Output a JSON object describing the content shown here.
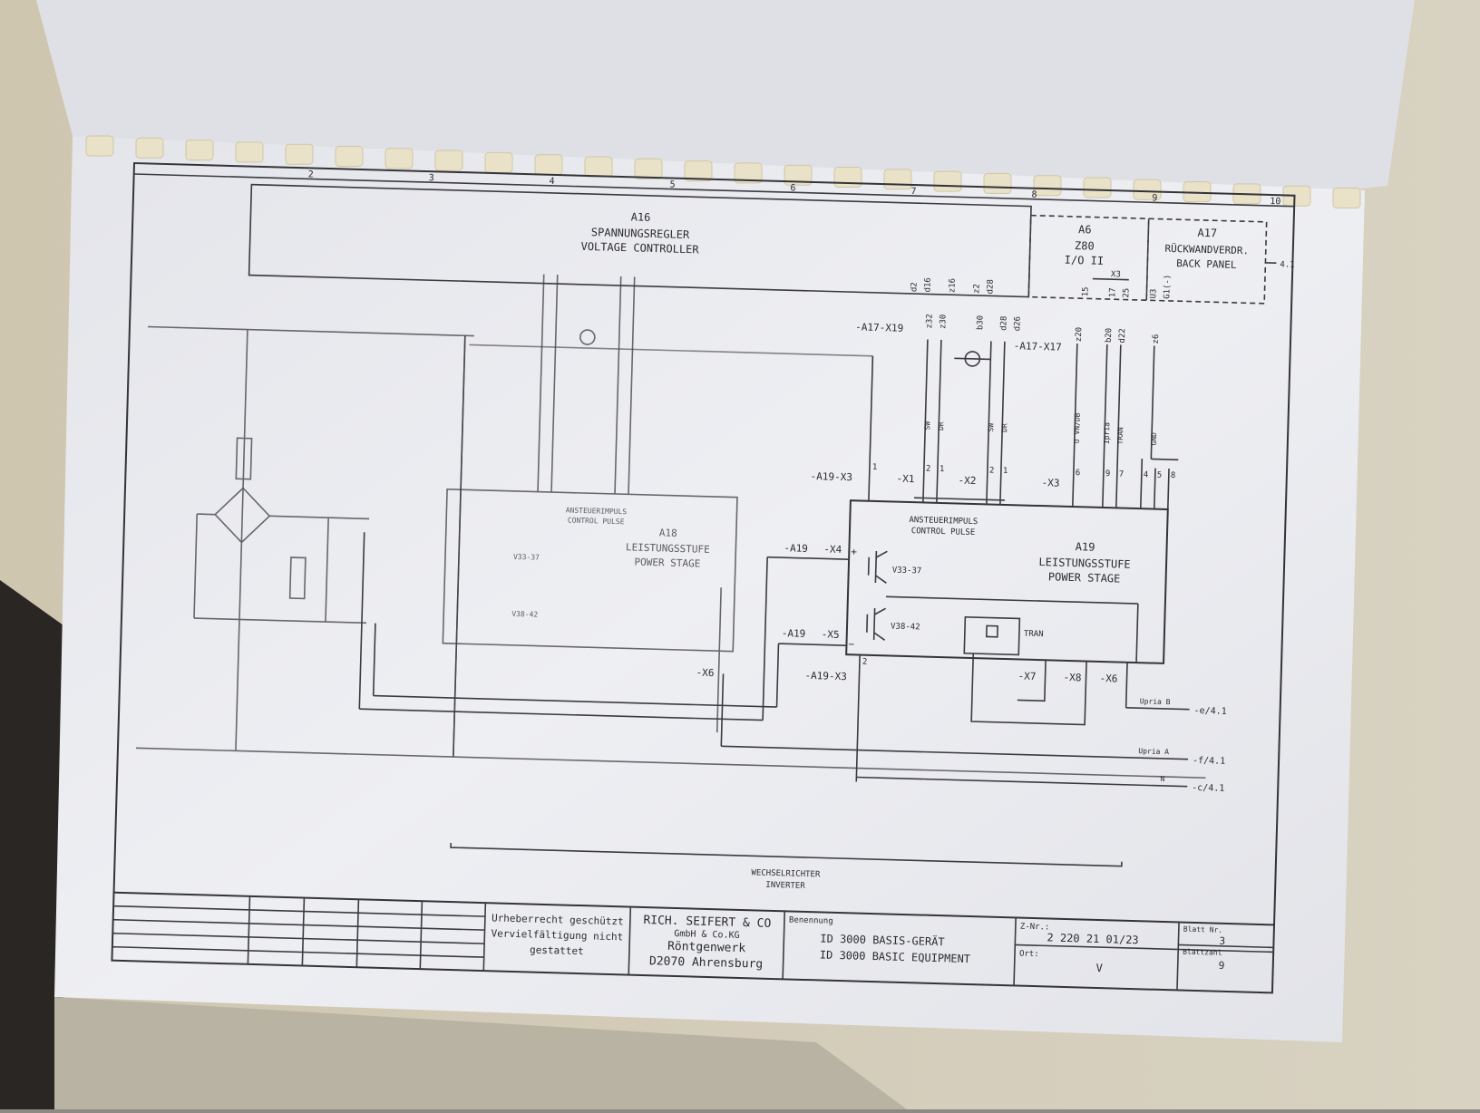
{
  "columns": [
    "2",
    "3",
    "4",
    "5",
    "6",
    "7",
    "8",
    "9",
    "10"
  ],
  "blocks": {
    "a16": {
      "id": "A16",
      "name_de": "SPANNUNGSREGLER",
      "name_en": "VOLTAGE CONTROLLER"
    },
    "a6": {
      "id": "A6",
      "model": "Z80",
      "name": "I/O II"
    },
    "a17": {
      "id": "A17",
      "name_de": "RÜCKWANDVERDR.",
      "name_en": "BACK PANEL",
      "ref": "4.1"
    },
    "a18": {
      "id": "A18",
      "name_de": "LEISTUNGSSTUFE",
      "name_en": "POWER STAGE",
      "pulse_de": "ANSTEUERIMPULS",
      "pulse_en": "CONTROL PULSE",
      "transistor_1": "V33-37",
      "transistor_2": "V38-42"
    },
    "a19": {
      "id": "A19",
      "name_de": "LEISTUNGSSTUFE",
      "name_en": "POWER STAGE",
      "pulse_de": "ANSTEUERIMPULS",
      "pulse_en": "CONTROL PULSE",
      "transistor_1": "V33-37",
      "transistor_2": "V38-42",
      "tran": "TRAN"
    }
  },
  "pins_top": [
    "d2",
    "d16",
    "z16",
    "z2",
    "d28"
  ],
  "connectors": {
    "a17_x19": "-A17-X19",
    "a17_x17": "-A17-X17",
    "a19_x3_top": "-A19-X3",
    "x1": "-X1",
    "x2": "-X2",
    "x3": "-X3",
    "a19_x4": "-A19",
    "x4": "-X4",
    "a19_x5": "-A19",
    "x5": "-X5",
    "a19_x3_bottom": "-A19-X3",
    "x6_left": "-X6",
    "x7": "-X7",
    "x8": "-X8",
    "x6_right": "-X6"
  },
  "x3_label": "X3",
  "x3_pins": {
    "p15": "15",
    "p17": "17",
    "p25": "25",
    "u3": "U3",
    "g1": "G1(-)"
  },
  "x19_pins": [
    "z32",
    "z30",
    "b30",
    "d28",
    "d26"
  ],
  "x17_pins": [
    "z20",
    "b20",
    "d22",
    "z6"
  ],
  "signals": {
    "sw1": "SW",
    "dr1": "DR",
    "sw2": "SW",
    "dr2": "DR",
    "uvdb": "U VN/DB",
    "ipria": "Ipria",
    "tran": "TRAN",
    "gnd": "GND"
  },
  "pin_numbers": {
    "x3_top": "1",
    "x1_a": "2",
    "x1_b": "1",
    "x2_a": "2",
    "x2_b": "1",
    "x3_6": "6",
    "x3_9": "9",
    "x3_7": "7",
    "x3_4": "4",
    "x3_5": "5",
    "x3_8": "8",
    "x3_bottom": "2"
  },
  "outputs": [
    {
      "label": "Upria B",
      "ref": "-e/4.1"
    },
    {
      "label": "Upria A",
      "ref": "-f/4.1"
    },
    {
      "label": "N",
      "ref": "-c/4.1"
    }
  ],
  "inverter": {
    "de": "WECHSELRICHTER",
    "en": "INVERTER"
  },
  "titleblock": {
    "copyright_1": "Urheberrecht geschützt",
    "copyright_2": "Vervielfältigung nicht",
    "copyright_3": "gestattet",
    "company_1": "RICH. SEIFERT & CO",
    "company_2": "GmbH & Co.KG",
    "company_3": "Röntgenwerk",
    "company_4": "D2070 Ahrensburg",
    "benennung_label": "Benennung",
    "title_de": "ID 3000   BASIS-GERÄT",
    "title_en": "ID 3000   BASIC EQUIPMENT",
    "znr_label": "Z-Nr.:",
    "znr": "2 220 21 01/23",
    "ort_label": "Ort:",
    "ort": "V",
    "blatt_label": "Blatt Nr.",
    "blatt": "3",
    "blattzahl_label": "Blattzahl",
    "blattzahl": "9"
  }
}
